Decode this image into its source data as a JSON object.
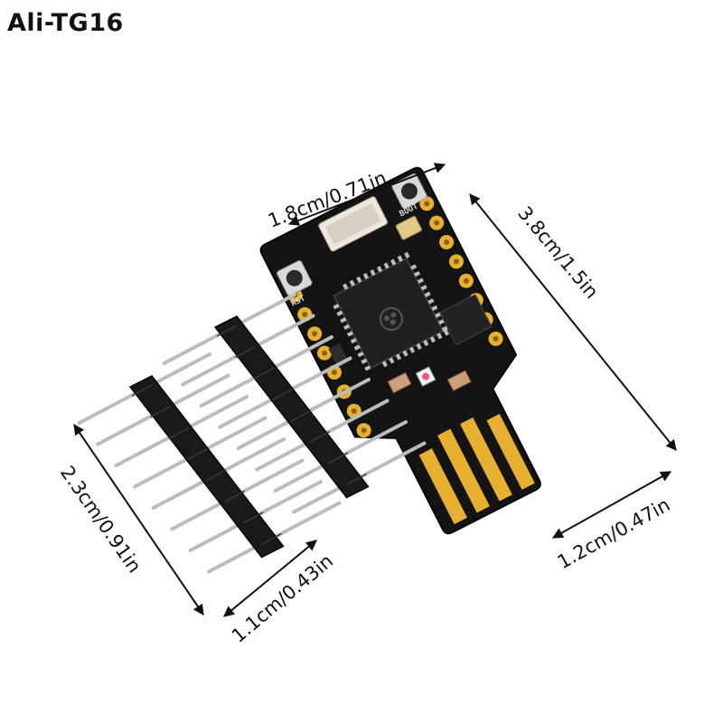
{
  "brand": "Ali-TG16",
  "dimensions": {
    "board_width": "1.8cm/0.71in",
    "board_length": "3.8cm/1.5in",
    "usb_width": "1.2cm/0.47in",
    "header_length": "2.3cm/0.91in",
    "header_height": "1.1cm/0.43in"
  },
  "silkscreen": {
    "rst": "RST",
    "boot": "BOOT"
  },
  "colors": {
    "pcb": "#141414",
    "gold": "#e8b030",
    "plastic": "#1a1a1a",
    "pin": "#c8c8c8"
  }
}
